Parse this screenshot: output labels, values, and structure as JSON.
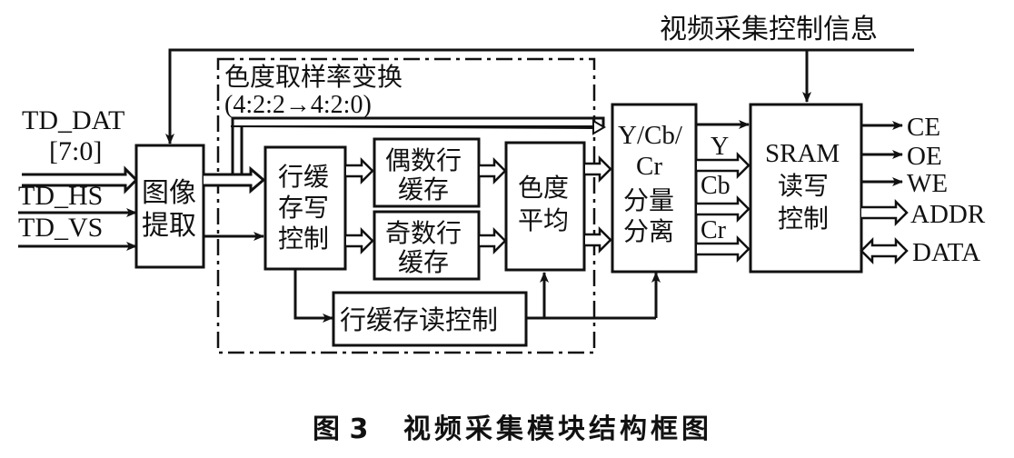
{
  "figure": {
    "caption_number": "图 3",
    "caption_title": "视频采集模块结构框图"
  },
  "control_info_label": "视频采集控制信息",
  "inputs": {
    "td_dat": "TD_DAT",
    "td_dat_bits": "[7:0]",
    "td_hs": "TD_HS",
    "td_vs": "TD_VS"
  },
  "blocks": {
    "image_extract": [
      "图像",
      "提取"
    ],
    "line_buffer_write_ctrl": [
      "行缓",
      "存写",
      "控制"
    ],
    "even_line_buffer": [
      "偶数行",
      "缓存"
    ],
    "odd_line_buffer": [
      "奇数行",
      "缓存"
    ],
    "chroma_average": [
      "色度",
      "平均"
    ],
    "line_buffer_read_ctrl": "行缓存读控制",
    "ycbcr_separation": [
      "Y/Cb/",
      "Cr",
      "分量",
      "分离"
    ],
    "sram_rw_ctrl": [
      "SRAM",
      "读写",
      "控制"
    ]
  },
  "subsystem": {
    "title": "色度取样率变换",
    "subtitle": "(4:2:2→4:2:0)"
  },
  "component_labels": {
    "y": "Y",
    "cb": "Cb",
    "cr": "Cr"
  },
  "outputs": {
    "ce": "CE",
    "oe": "OE",
    "we": "WE",
    "addr": "ADDR",
    "data": "DATA"
  }
}
